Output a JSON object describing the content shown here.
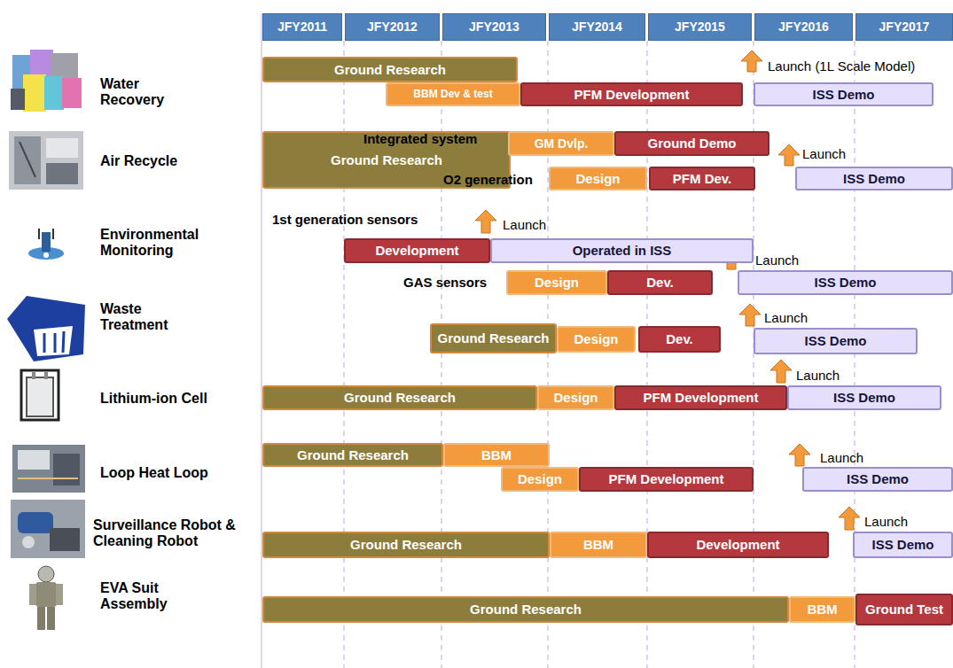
{
  "diagram": {
    "nodes": [
      {
        "text": [
          "JFY2011"
        ]
      },
      {
        "text": [
          "JFY2012"
        ]
      },
      {
        "text": [
          "JFY2013"
        ]
      },
      {
        "text": [
          "JFY2014"
        ]
      },
      {
        "text": [
          "JFY2015"
        ]
      },
      {
        "text": [
          "JFY2016"
        ]
      },
      {
        "text": [
          "JFY2017"
        ]
      },
      {
        "text": [
          "Ground Research"
        ]
      },
      {
        "text": [
          "BBM Dev & test"
        ]
      },
      {
        "text": [
          "PFM Development"
        ]
      },
      {
        "text": [
          "ISS Demo"
        ]
      },
      {
        "text": [
          "Ground Research"
        ]
      },
      {
        "text": [
          "GM Dvlp."
        ]
      },
      {
        "text": [
          "Ground Demo"
        ]
      },
      {
        "text": [
          "Design"
        ]
      },
      {
        "text": [
          "PFM Dev."
        ]
      },
      {
        "text": [
          "ISS Demo"
        ]
      },
      {
        "text": [
          "Development"
        ]
      },
      {
        "text": [
          "Operated in ISS"
        ]
      },
      {
        "text": [
          "Design"
        ]
      },
      {
        "text": [
          "Dev."
        ]
      },
      {
        "text": [
          "ISS Demo"
        ]
      },
      {
        "text": [
          "Ground Research"
        ]
      },
      {
        "text": [
          "Design"
        ]
      },
      {
        "text": [
          "Dev."
        ]
      },
      {
        "text": [
          "ISS Demo"
        ]
      },
      {
        "text": [
          "Ground Research"
        ]
      },
      {
        "text": [
          "Design"
        ]
      },
      {
        "text": [
          "PFM Development"
        ]
      },
      {
        "text": [
          "ISS Demo"
        ]
      },
      {
        "text": [
          "Ground Research"
        ]
      },
      {
        "text": [
          "BBM"
        ]
      },
      {
        "text": [
          "Design"
        ]
      },
      {
        "text": [
          "PFM Development"
        ]
      },
      {
        "text": [
          "ISS Demo"
        ]
      },
      {
        "text": [
          "Ground Research"
        ]
      },
      {
        "text": [
          "BBM"
        ]
      },
      {
        "text": [
          "Development"
        ]
      },
      {
        "text": [
          "ISS Demo"
        ]
      },
      {
        "text": [
          "Ground Research"
        ]
      },
      {
        "text": [
          "BBM"
        ]
      },
      {
        "text": [
          "Ground Test"
        ]
      }
    ],
    "labels": [
      "Water Recovery",
      "Launch (1L Scale Model)",
      "Air Recycle",
      "Integrated system",
      "Launch",
      "O2 generation",
      "1st generation sensors",
      "Launch",
      "Environmental Monitoring",
      "Launch",
      "GAS sensors",
      "Waste Treatment",
      "Launch",
      "Launch",
      "Lithium-ion Cell",
      "Launch",
      "Loop Heat Loop",
      "Launch",
      "Surveillance Robot & Cleaning Robot",
      "EVA Suit Assembly"
    ]
  }
}
